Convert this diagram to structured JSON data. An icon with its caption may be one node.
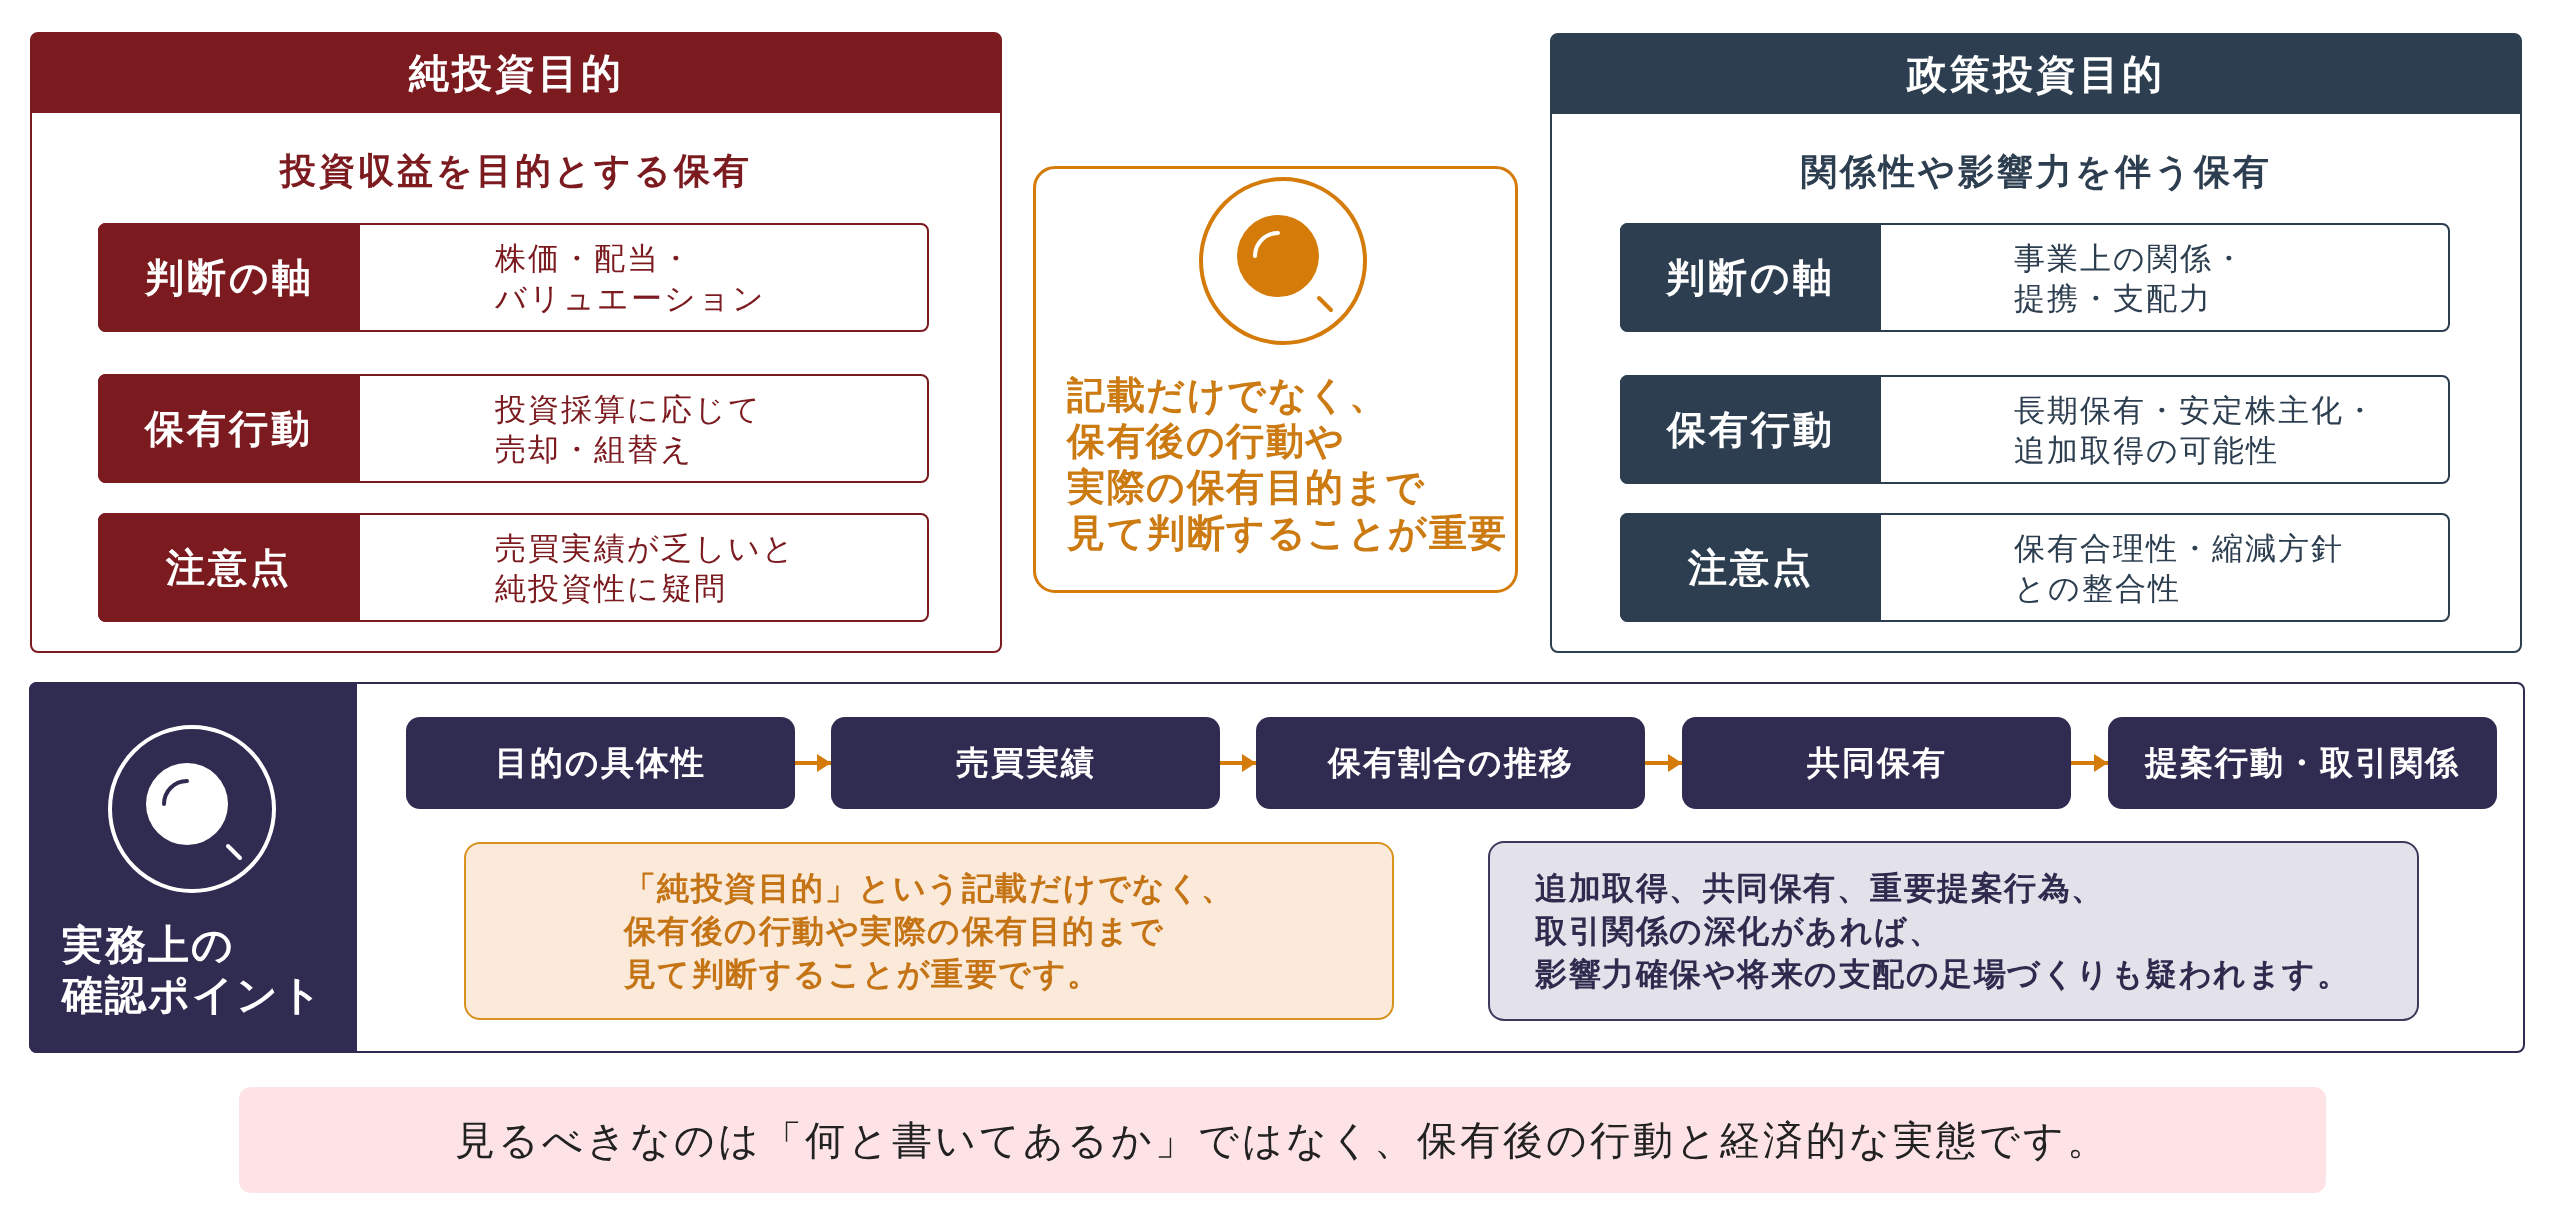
{
  "diagram": {
    "nodes": [
      {
        "text": [
          "純投資目的",
          "投資収益を目的とする保有"
        ]
      },
      {
        "text": [
          "判断の軸",
          "株価・配当・バリュエーション"
        ],
        "in": 0
      },
      {
        "text": [
          "保有行動",
          "投資採算に応じて売却・組替え"
        ],
        "in": 0
      },
      {
        "text": [
          "注意点",
          "売買実績が乏しいと純投資性に疑問"
        ],
        "in": 0
      },
      {
        "text": [
          "記載だけでなく、保有後の行動や実際の保有目的まで見て判断することが重要"
        ]
      },
      {
        "text": [
          "政策投資目的",
          "関係性や影響力を伴う保有"
        ]
      },
      {
        "text": [
          "判断の軸",
          "事業上の関係・提携・支配力"
        ],
        "in": 5
      },
      {
        "text": [
          "保有行動",
          "長期保有・安定株主化・追加取得の可能性"
        ],
        "in": 5
      },
      {
        "text": [
          "注意点",
          "保有合理性・縮減方針との整合性"
        ],
        "in": 5
      },
      {
        "text": [
          "実務上の確認ポイント"
        ]
      },
      {
        "text": [
          "目的の具体性"
        ],
        "in": 9
      },
      {
        "text": [
          "売買実績"
        ],
        "in": 9
      },
      {
        "text": [
          "保有割合の推移"
        ],
        "in": 9
      },
      {
        "text": [
          "共同保有"
        ],
        "in": 9
      },
      {
        "text": [
          "提案行動・取引関係"
        ],
        "in": 9
      },
      {
        "text": [
          "「純投資目的」という記載だけでなく、保有後の行動や実際の保有目的まで見て判断することが重要です。"
        ],
        "in": 9
      },
      {
        "text": [
          "追加取得、共同保有、重要提案行為、取引関係の深化があれば、影響力確保や将来の支配の足場づくりも疑われます。"
        ],
        "in": 9
      },
      {
        "text": [
          "見るべきなのは「何と書いてあるか」ではなく、保有後の行動と経済的な実態です。"
        ]
      }
    ],
    "edges": [
      {
        "from": 10,
        "to": 11,
        "arrow": "to"
      },
      {
        "from": 11,
        "to": 12,
        "arrow": "to"
      },
      {
        "from": 12,
        "to": 13,
        "arrow": "to"
      },
      {
        "from": 13,
        "to": 14,
        "arrow": "to"
      }
    ]
  }
}
